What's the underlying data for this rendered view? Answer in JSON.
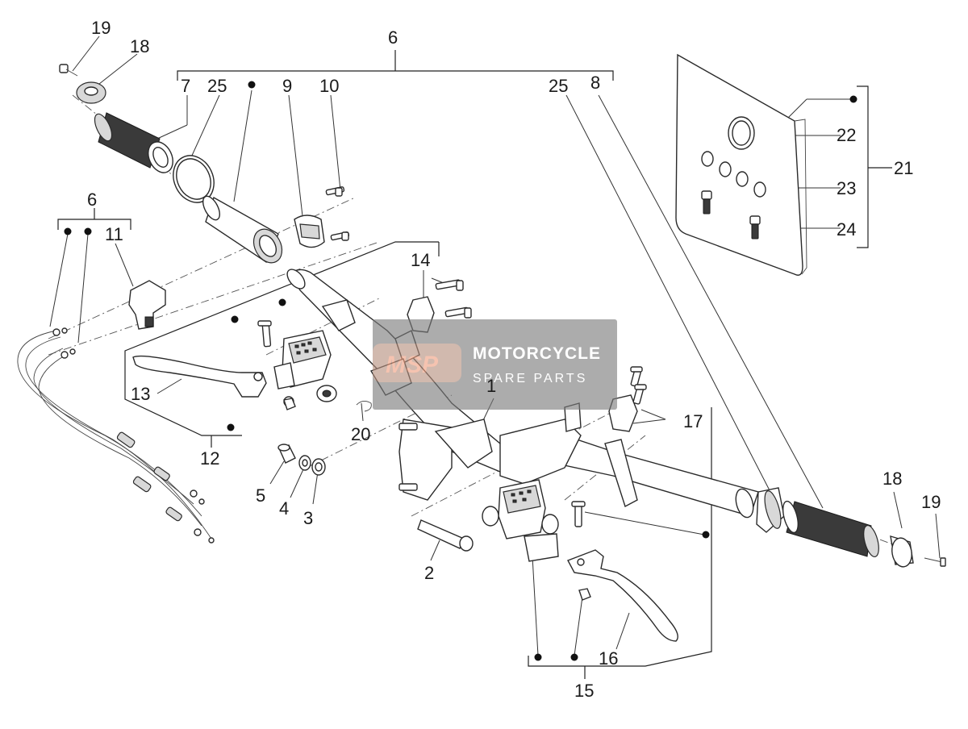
{
  "callouts": {
    "c1": "1",
    "c2": "2",
    "c3": "3",
    "c4": "4",
    "c5": "5",
    "c6_top": "6",
    "c6_left": "6",
    "c7": "7",
    "c8": "8",
    "c9": "9",
    "c10": "10",
    "c11": "11",
    "c12": "12",
    "c13": "13",
    "c14": "14",
    "c15": "15",
    "c16": "16",
    "c17": "17",
    "c18_top": "18",
    "c18_right": "18",
    "c19_top": "19",
    "c19_right": "19",
    "c20": "20",
    "c21": "21",
    "c22": "22",
    "c23": "23",
    "c24": "24",
    "c25_left": "25",
    "c25_right": "25"
  },
  "watermark": {
    "logo": "MSP",
    "title": "MOTORCYCLE",
    "subtitle": "SPARE PARTS"
  }
}
